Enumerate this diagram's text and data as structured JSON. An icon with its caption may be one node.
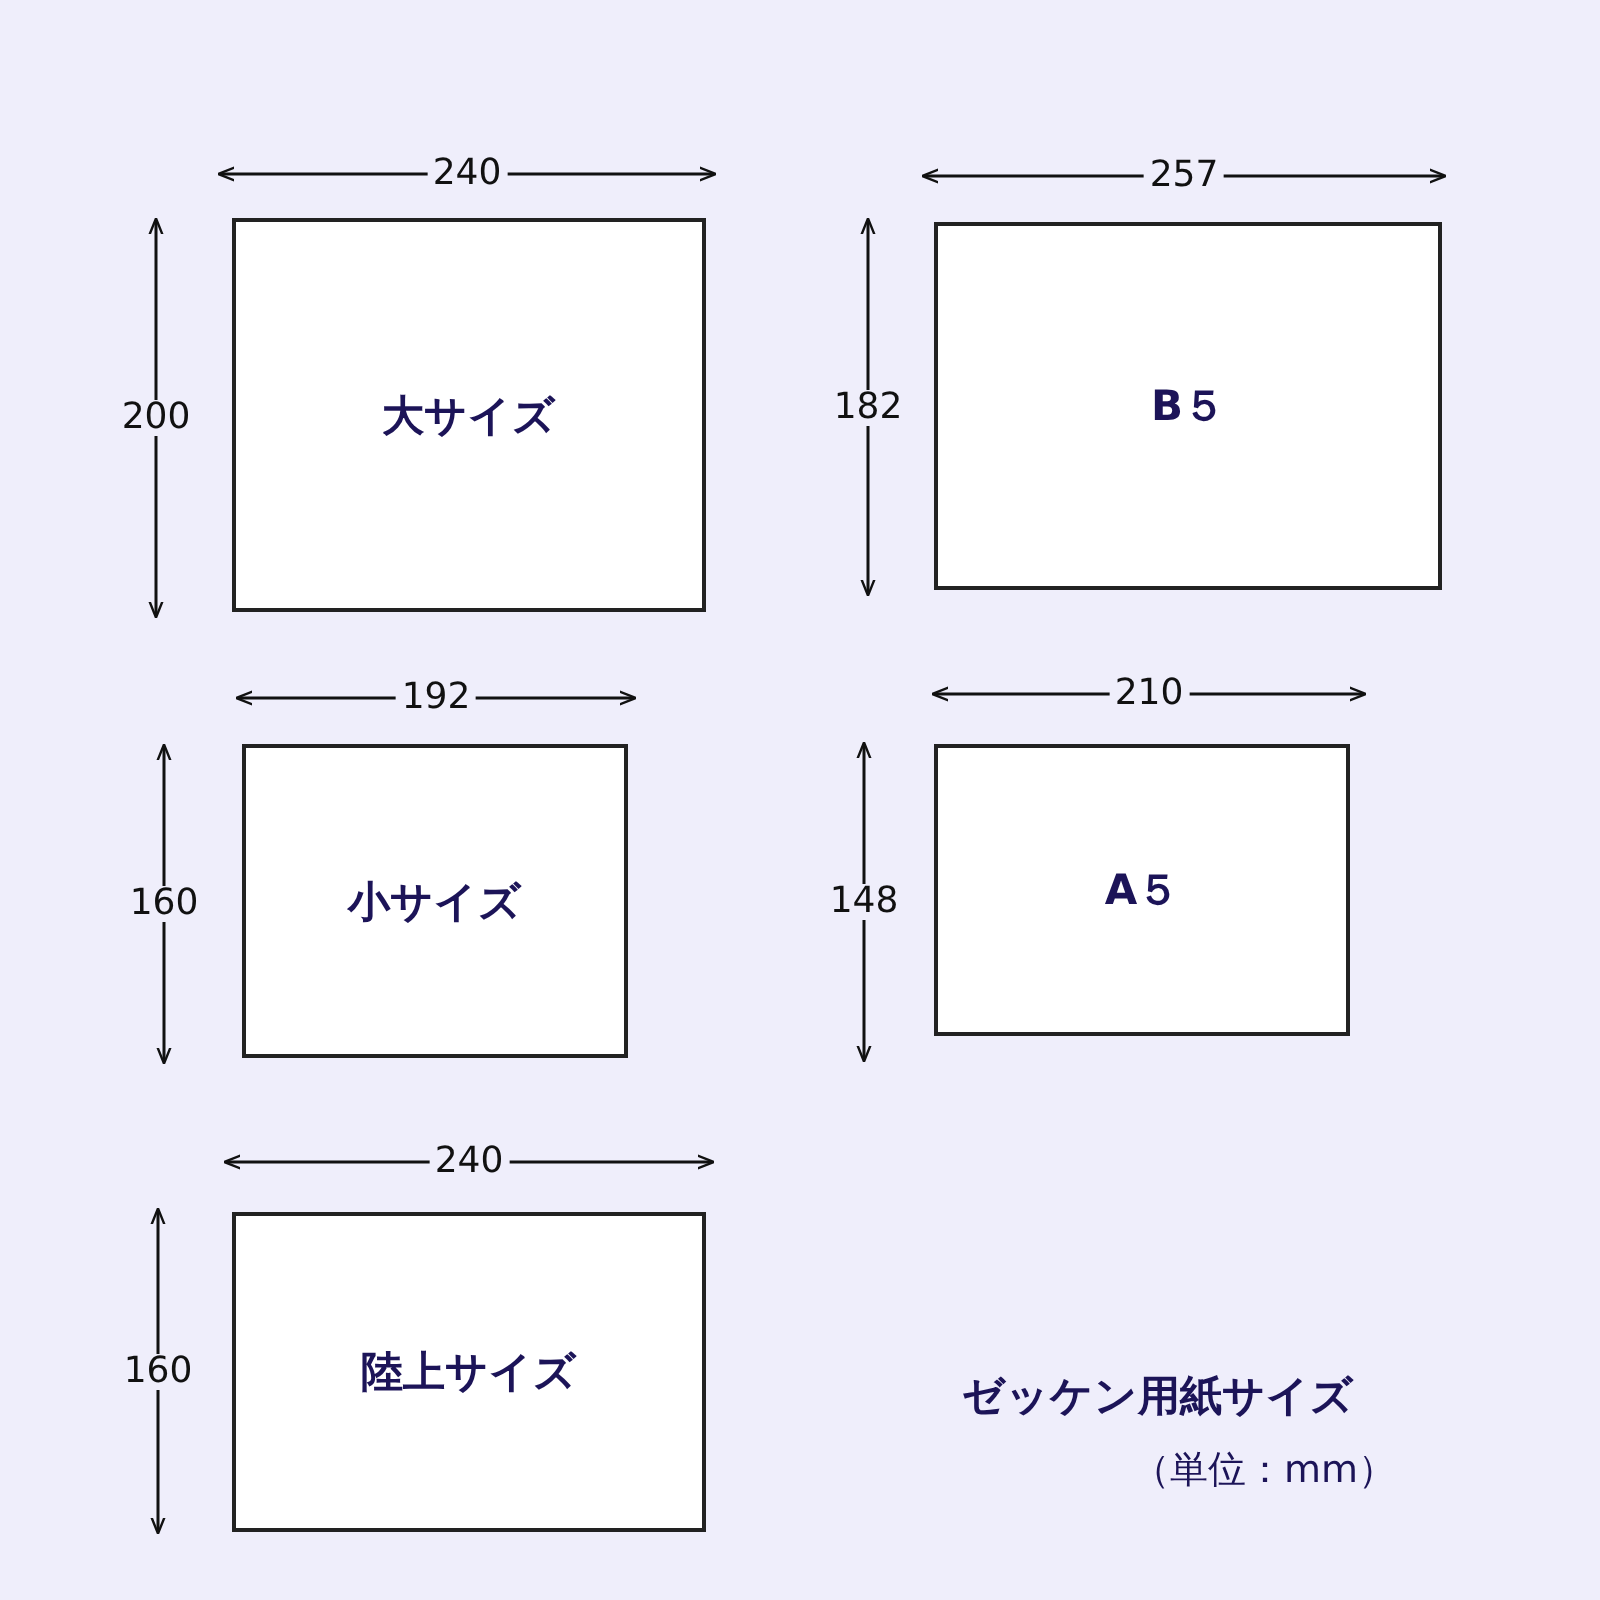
{
  "diagram": {
    "title": "ゼッケン用紙サイズ",
    "caption": "（単位：mm）",
    "nodes": [
      {
        "text": [
          "大サイズ"
        ],
        "beside": [
          "240",
          "200"
        ]
      },
      {
        "text": [
          "B５"
        ],
        "beside": [
          "257",
          "182"
        ]
      },
      {
        "text": [
          "小サイズ"
        ],
        "beside": [
          "192",
          "160"
        ]
      },
      {
        "text": [
          "A５"
        ],
        "beside": [
          "210",
          "148"
        ]
      },
      {
        "text": [
          "陸上サイズ"
        ],
        "beside": [
          "240",
          "160"
        ]
      }
    ]
  }
}
